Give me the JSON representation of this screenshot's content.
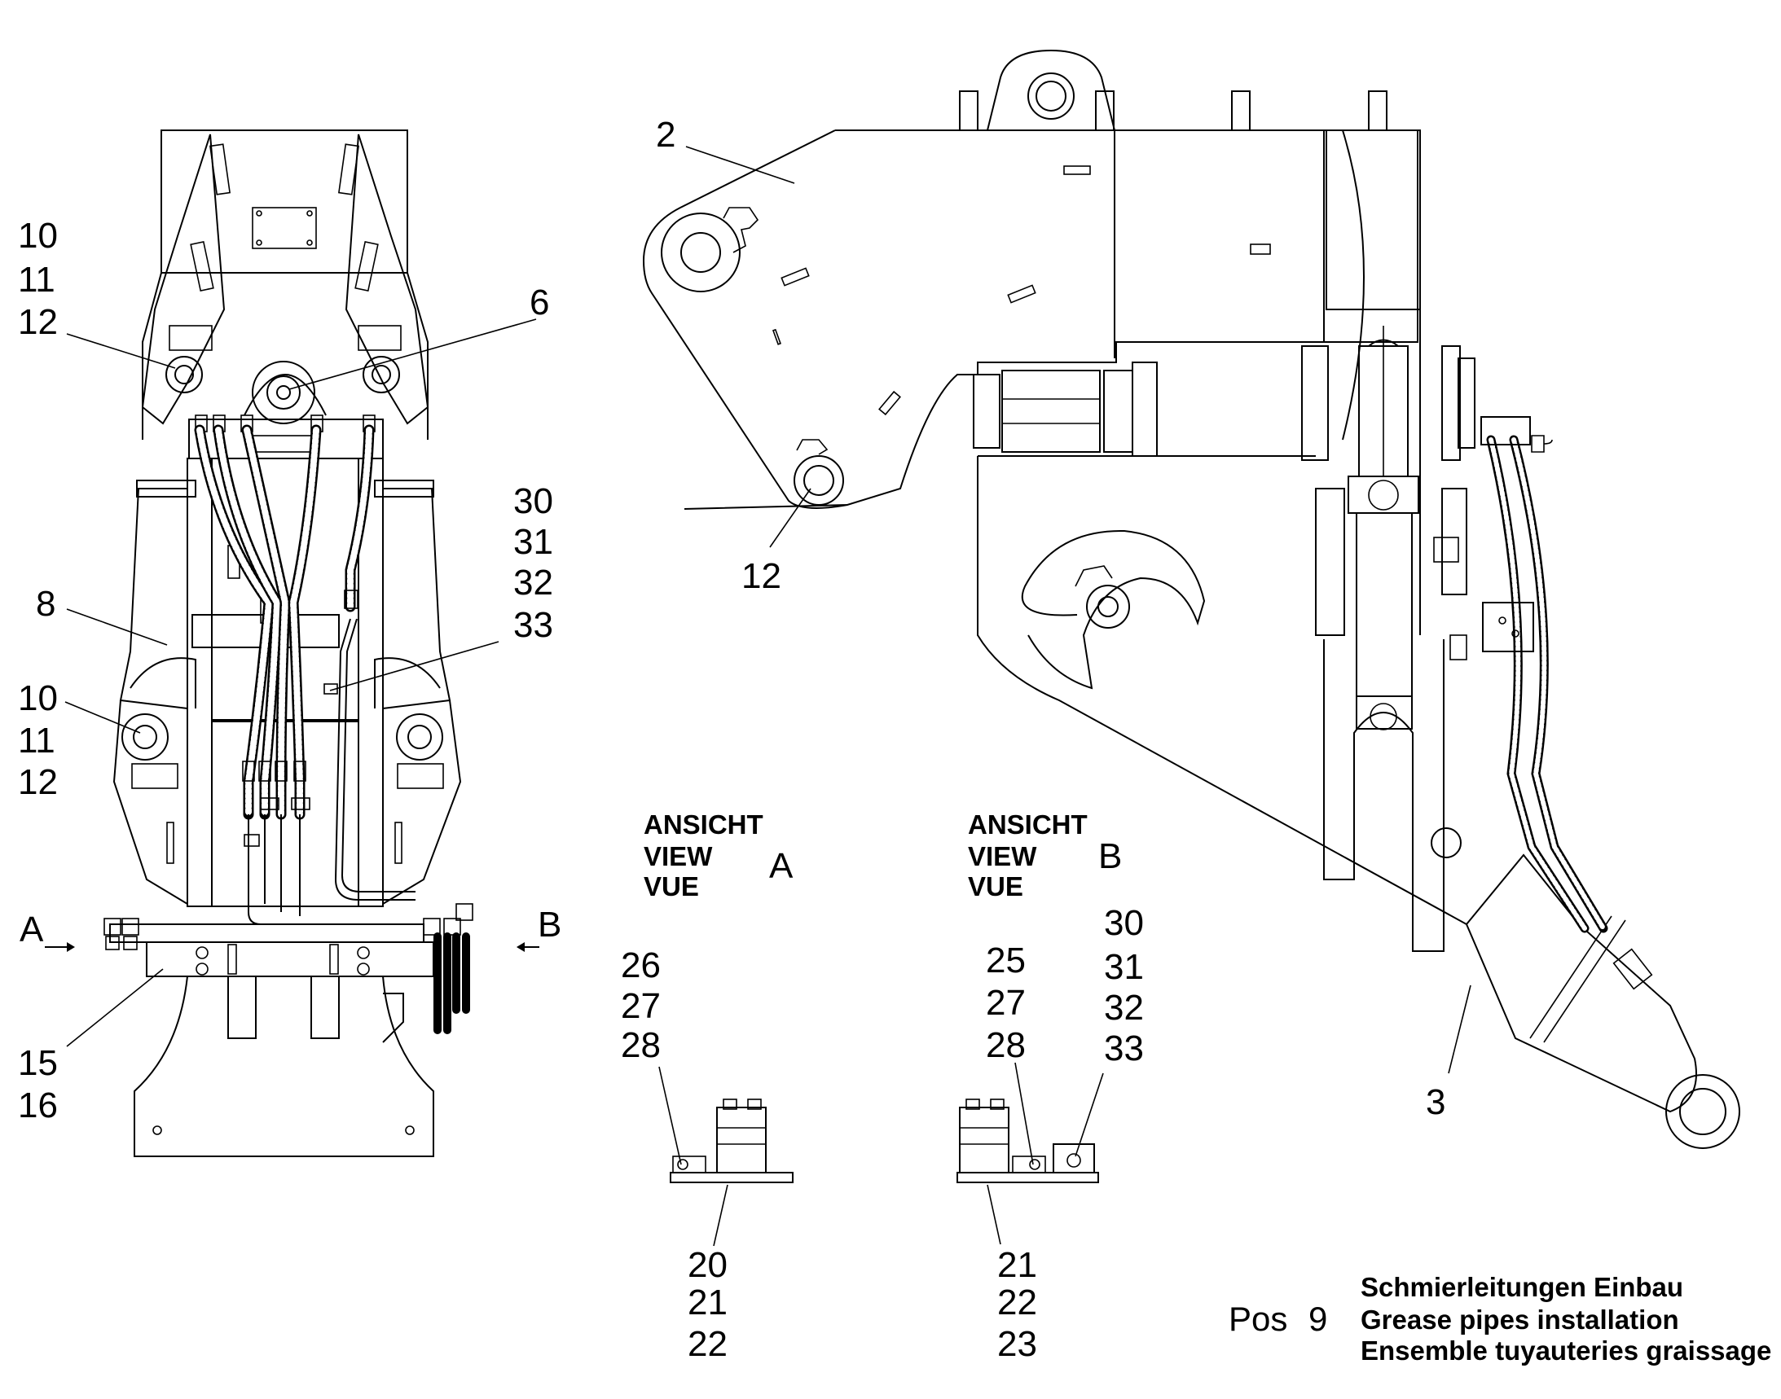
{
  "drawing": {
    "position_label": "Pos",
    "position_number": "9",
    "title_de": "Schmierleitungen Einbau",
    "title_en": "Grease pipes installation",
    "title_fr": "Ensemble tuyauteries graissage"
  },
  "view_a": {
    "header": [
      "ANSICHT",
      "VIEW",
      "VUE"
    ],
    "letter": "A",
    "upper_callouts": [
      "26",
      "27",
      "28"
    ],
    "lower_callouts": [
      "20",
      "21",
      "22"
    ]
  },
  "view_b": {
    "header": [
      "ANSICHT",
      "VIEW",
      "VUE"
    ],
    "letter": "B",
    "callouts_left": [
      "25",
      "27",
      "28"
    ],
    "callouts_right": [
      "30",
      "31",
      "32",
      "33"
    ],
    "lower_callouts": [
      "21",
      "22",
      "23"
    ]
  },
  "front_view": {
    "arrow_a": "A",
    "arrow_b": "B",
    "callout_top_left": [
      "10",
      "11",
      "12"
    ],
    "callout_mid_left": [
      "10",
      "11",
      "12"
    ],
    "callout_bottom_left": [
      "15",
      "16"
    ],
    "callout_right": [
      "30",
      "31",
      "32",
      "33"
    ],
    "callout_center": "6",
    "callout_left": "8"
  },
  "side_view": {
    "callout_top": "2",
    "callout_pin": "12",
    "callout_bottom": "3"
  }
}
